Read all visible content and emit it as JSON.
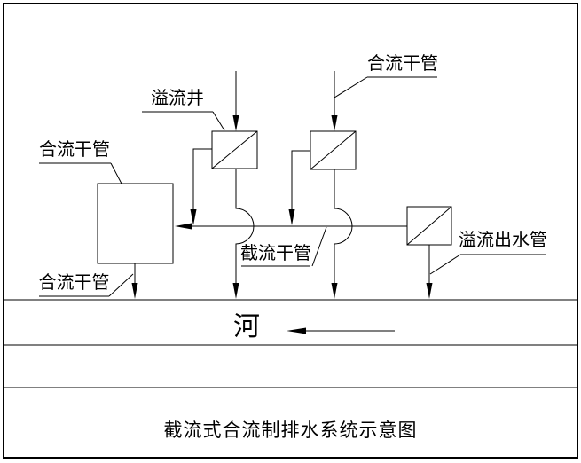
{
  "page": {
    "background": "#ffffff",
    "line_color": "#000000"
  },
  "diagram": {
    "title": "截流式合流制排水系统示意图",
    "river_label": "河",
    "labels": {
      "overflow_well": "溢流井",
      "combined_trunk_upper_left": "合流干管",
      "combined_trunk_upper_right": "合流干管",
      "combined_trunk_lower_left": "合流干管",
      "intercepting_trunk": "截流干管",
      "overflow_outlet_pipe": "溢流出水管"
    }
  }
}
